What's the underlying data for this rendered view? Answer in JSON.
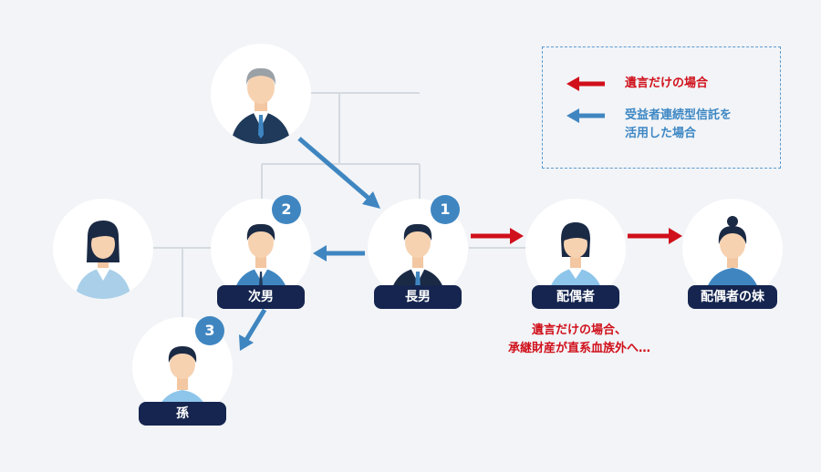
{
  "nodes": {
    "father": {
      "label": ""
    },
    "mother": {
      "label": ""
    },
    "jinan": {
      "label": "次男",
      "badge": "2"
    },
    "chonan": {
      "label": "長男",
      "badge": "1"
    },
    "haigusha": {
      "label": "配偶者"
    },
    "haigusha_sister": {
      "label": "配偶者の妹"
    },
    "mago": {
      "label": "孫",
      "badge": "3"
    }
  },
  "legend": {
    "will_only": "遺言だけの場合",
    "trust_line1": "受益者連続型信託を",
    "trust_line2": "活用した場合"
  },
  "note": {
    "line1": "遺言だけの場合、",
    "line2": "承継財産が直系血族外へ…"
  },
  "colors": {
    "will_arrow": "#d0101b",
    "trust_arrow": "#3f86c1",
    "label_bg": "#15254f",
    "badge": "#3f86c1",
    "line": "#d5dae1"
  }
}
